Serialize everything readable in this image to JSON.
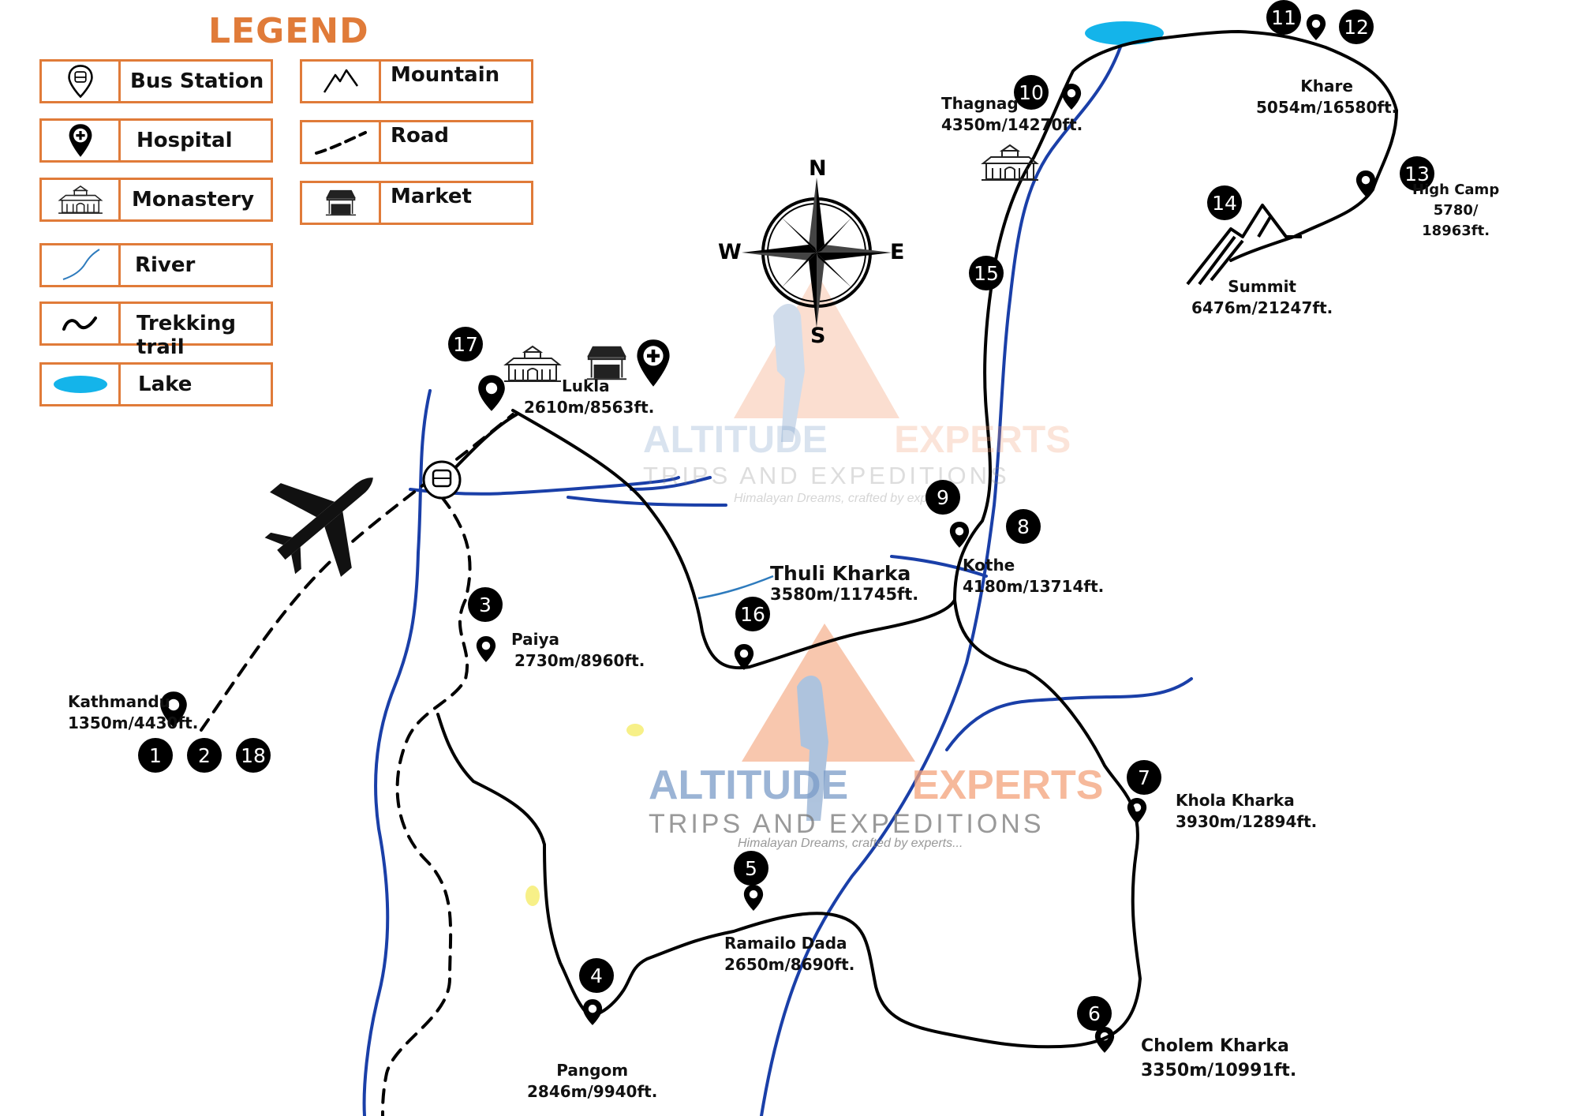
{
  "legend": {
    "title": "LEGEND",
    "items": {
      "bus_station": "Bus Station",
      "hospital": "Hospital",
      "monastery": "Monastery",
      "river": "River",
      "trekking_trail": "Trekking trail",
      "lake": "Lake",
      "mountain": "Mountain",
      "road": "Road",
      "market": "Market"
    }
  },
  "compass": {
    "n": "N",
    "s": "S",
    "e": "E",
    "w": "W"
  },
  "watermark": {
    "name1": "ALTITUDE",
    "name2": "EXPERTS",
    "tagline": "TRIPS AND EXPEDITIONS",
    "slogan": "Himalayan Dreams, crafted by experts..."
  },
  "stops": [
    "1",
    "2",
    "18",
    "3",
    "4",
    "5",
    "6",
    "7",
    "8",
    "9",
    "10",
    "11",
    "12",
    "13",
    "14",
    "15",
    "16",
    "17"
  ],
  "places": {
    "kathmandu": {
      "name": "Kathmandu",
      "alt": "1350m/4430ft."
    },
    "lukla": {
      "name": "Lukla",
      "alt": "2610m/8563ft."
    },
    "paiya": {
      "name": "Paiya",
      "alt": "2730m/8960ft."
    },
    "pangom": {
      "name": "Pangom",
      "alt": "2846m/9940ft."
    },
    "ramailo_dada": {
      "name": "Ramailo Dada",
      "alt": "2650m/8690ft."
    },
    "cholem_kharka": {
      "name": "Cholem Kharka",
      "alt": "3350m/10991ft."
    },
    "khola_kharka": {
      "name": "Khola Kharka",
      "alt": "3930m/12894ft."
    },
    "kothe": {
      "name": "Kothe",
      "alt": "4180m/13714ft."
    },
    "thuli_kharka": {
      "name": "Thuli Kharka",
      "alt": "3580m/11745ft."
    },
    "thagnag": {
      "name": "Thagnag",
      "alt": "4350m/14270ft."
    },
    "khare": {
      "name": "Khare",
      "alt": "5054m/16580ft."
    },
    "high_camp": {
      "name": "High Camp",
      "alt1": "5780/",
      "alt2": "18963ft."
    },
    "summit": {
      "name": "Summit",
      "alt": "6476m/21247ft."
    }
  },
  "colors": {
    "legend_accent": "#e07b39",
    "river": "#1a3fa8",
    "lake": "#14b4ea",
    "trail": "#000000",
    "watermark_orange": "#f4a27a",
    "watermark_blue": "#7a9cc8"
  }
}
